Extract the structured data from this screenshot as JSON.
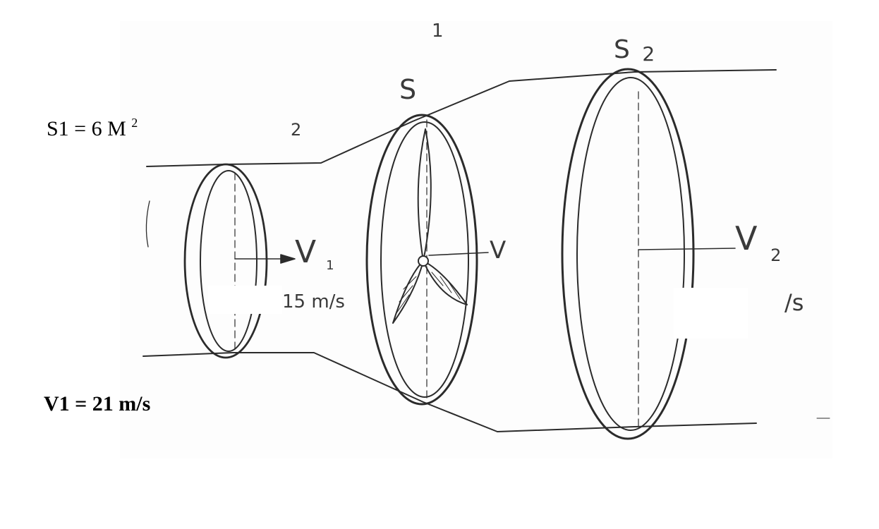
{
  "typed_labels": {
    "s1_prefix": "S1 = 6 M",
    "s1_superscript": "2",
    "v1": "V1 = 21 m/s"
  },
  "handwritten_labels": {
    "top_mark": "1",
    "section_number": "2",
    "rotor_section": "S",
    "downstream_section": "S",
    "downstream_section_sub": "2",
    "inlet_velocity": "V",
    "inlet_velocity_sub": "1",
    "inlet_speed": "15 m/s",
    "rotor_velocity": "V",
    "outlet_velocity": "V",
    "outlet_velocity_sub": "2",
    "outlet_unit": "/s"
  },
  "colors": {
    "ink": "#2b2b2b",
    "paper": "#fdfdfd",
    "correction": "#ffffff"
  }
}
